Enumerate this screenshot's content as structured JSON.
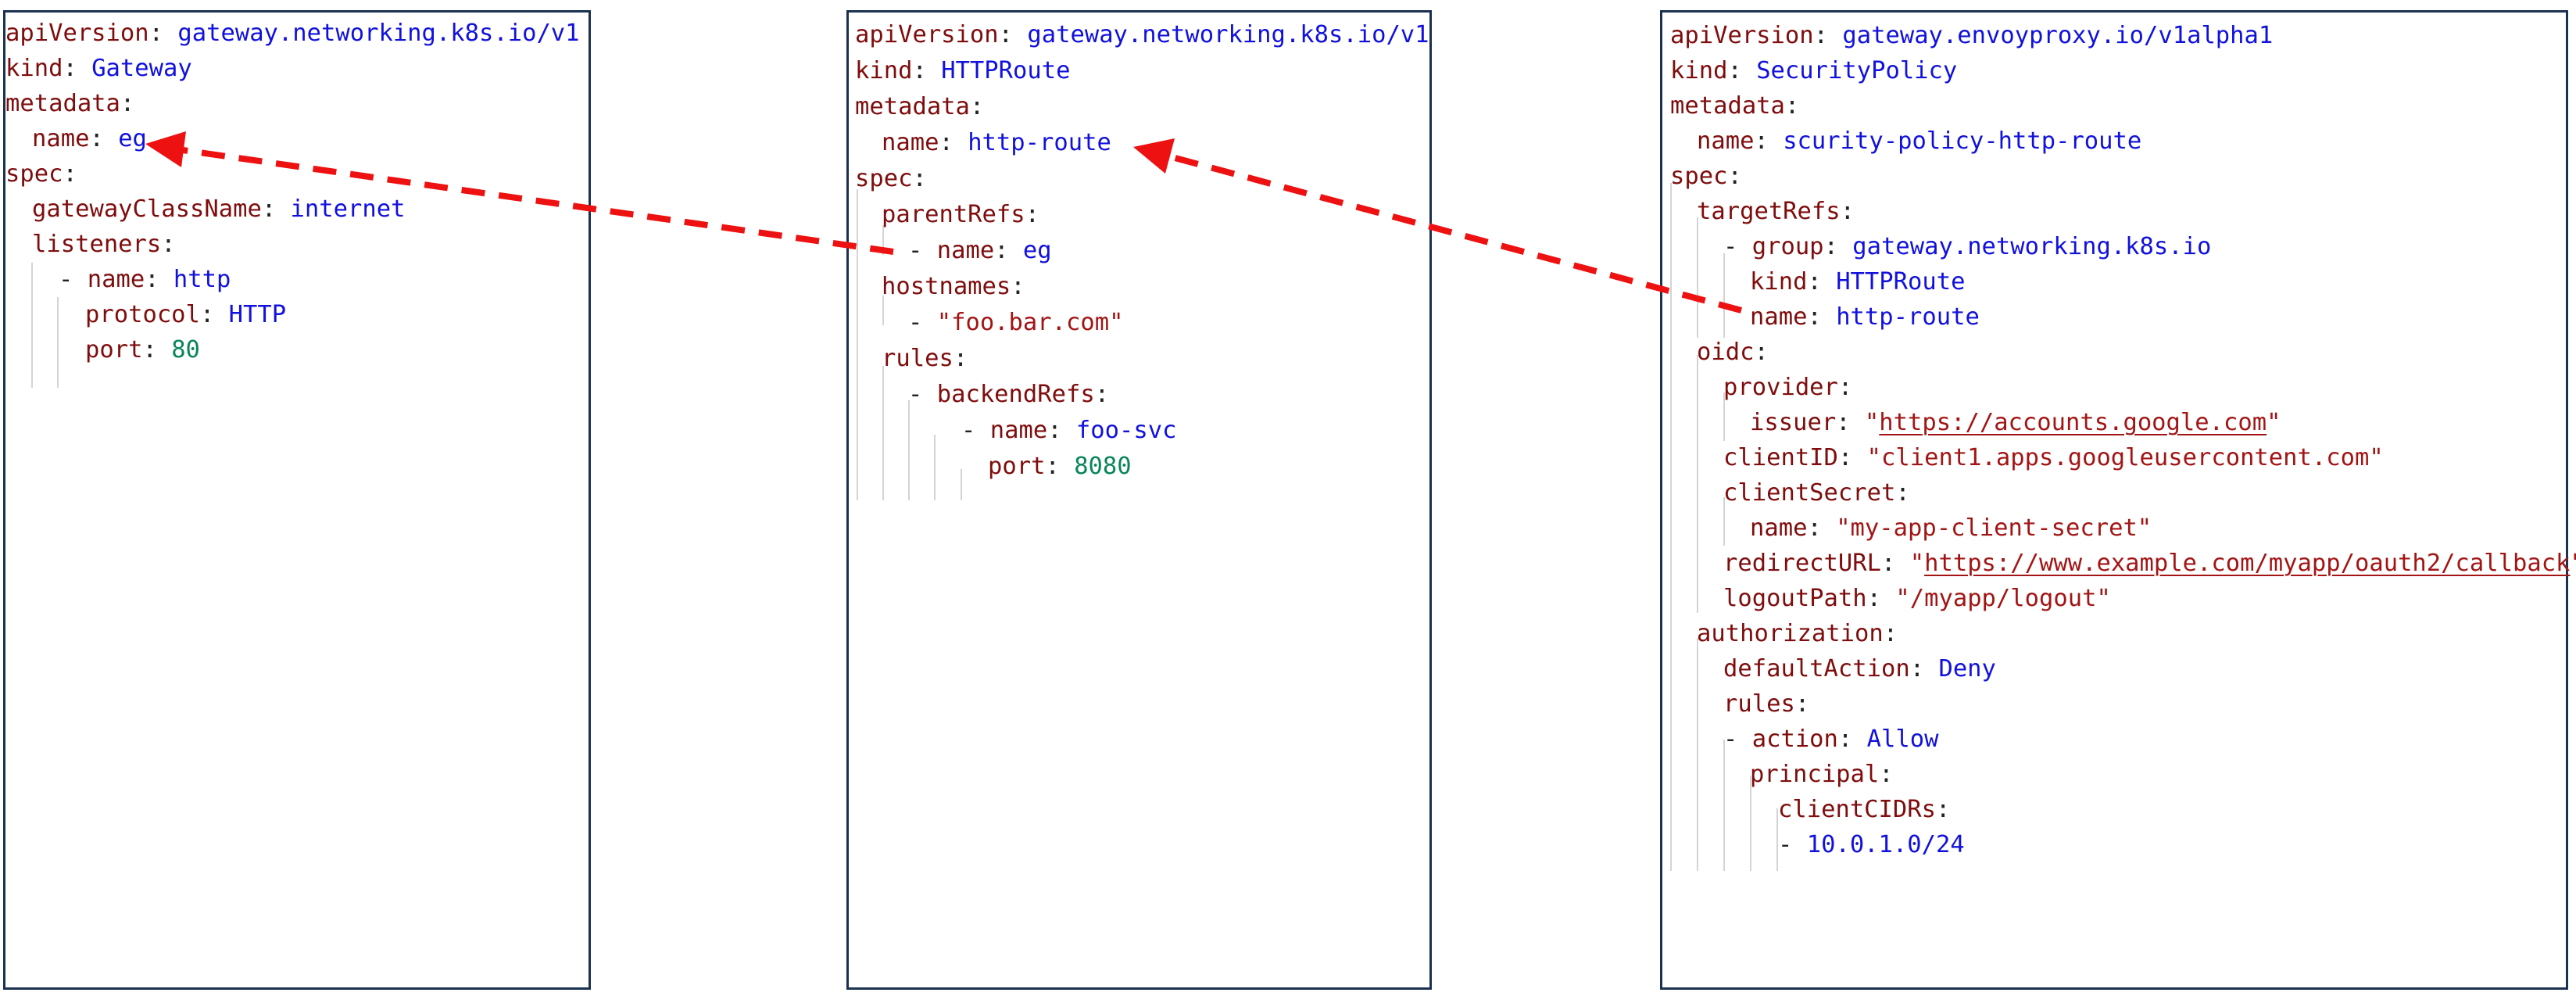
{
  "gateway": {
    "api_key": "apiVersion",
    "api_val": "gateway.networking.k8s.io/v1",
    "kind_key": "kind",
    "kind_val": "Gateway",
    "metadata_key": "metadata",
    "name_key": "name",
    "name_val": "eg",
    "spec_key": "spec",
    "gcn_key": "gatewayClassName",
    "gcn_val": "internet",
    "listeners_key": "listeners",
    "l_name_key": "name",
    "l_name_val": "http",
    "protocol_key": "protocol",
    "protocol_val": "HTTP",
    "port_key": "port",
    "port_val": "80"
  },
  "httproute": {
    "api_key": "apiVersion",
    "api_val": "gateway.networking.k8s.io/v1",
    "kind_key": "kind",
    "kind_val": "HTTPRoute",
    "metadata_key": "metadata",
    "name_key": "name",
    "name_val": "http-route",
    "spec_key": "spec",
    "parentrefs_key": "parentRefs",
    "pr_name_key": "name",
    "pr_name_val": "eg",
    "hostnames_key": "hostnames",
    "hostname_val": "\"foo.bar.com\"",
    "rules_key": "rules",
    "backendrefs_key": "backendRefs",
    "br_name_key": "name",
    "br_name_val": "foo-svc",
    "br_port_key": "port",
    "br_port_val": "8080"
  },
  "security": {
    "api_key": "apiVersion",
    "api_val": "gateway.envoyproxy.io/v1alpha1",
    "kind_key": "kind",
    "kind_val": "SecurityPolicy",
    "metadata_key": "metadata",
    "name_key": "name",
    "name_val": "scurity-policy-http-route",
    "spec_key": "spec",
    "targetrefs_key": "targetRefs",
    "group_key": "group",
    "group_val": "gateway.networking.k8s.io",
    "t_kind_key": "kind",
    "t_kind_val": "HTTPRoute",
    "t_name_key": "name",
    "t_name_val": "http-route",
    "oidc_key": "oidc",
    "provider_key": "provider",
    "issuer_key": "issuer",
    "issuer_val": "https://accounts.google.com",
    "clientid_key": "clientID",
    "clientid_val": "\"client1.apps.googleusercontent.com\"",
    "clientsecret_key": "clientSecret",
    "cs_name_key": "name",
    "cs_name_val": "\"my-app-client-secret\"",
    "redirect_key": "redirectURL",
    "redirect_val": "https://www.example.com/myapp/oauth2/callback",
    "logout_key": "logoutPath",
    "logout_val": "\"/myapp/logout\"",
    "authz_key": "authorization",
    "default_key": "defaultAction",
    "default_val": "Deny",
    "rules_key": "rules",
    "action_key": "action",
    "action_val": "Allow",
    "principal_key": "principal",
    "cidrs_key": "clientCIDRs",
    "cidr_val": "10.0.1.0/24"
  },
  "arrows": {
    "color": "#ee1111"
  }
}
